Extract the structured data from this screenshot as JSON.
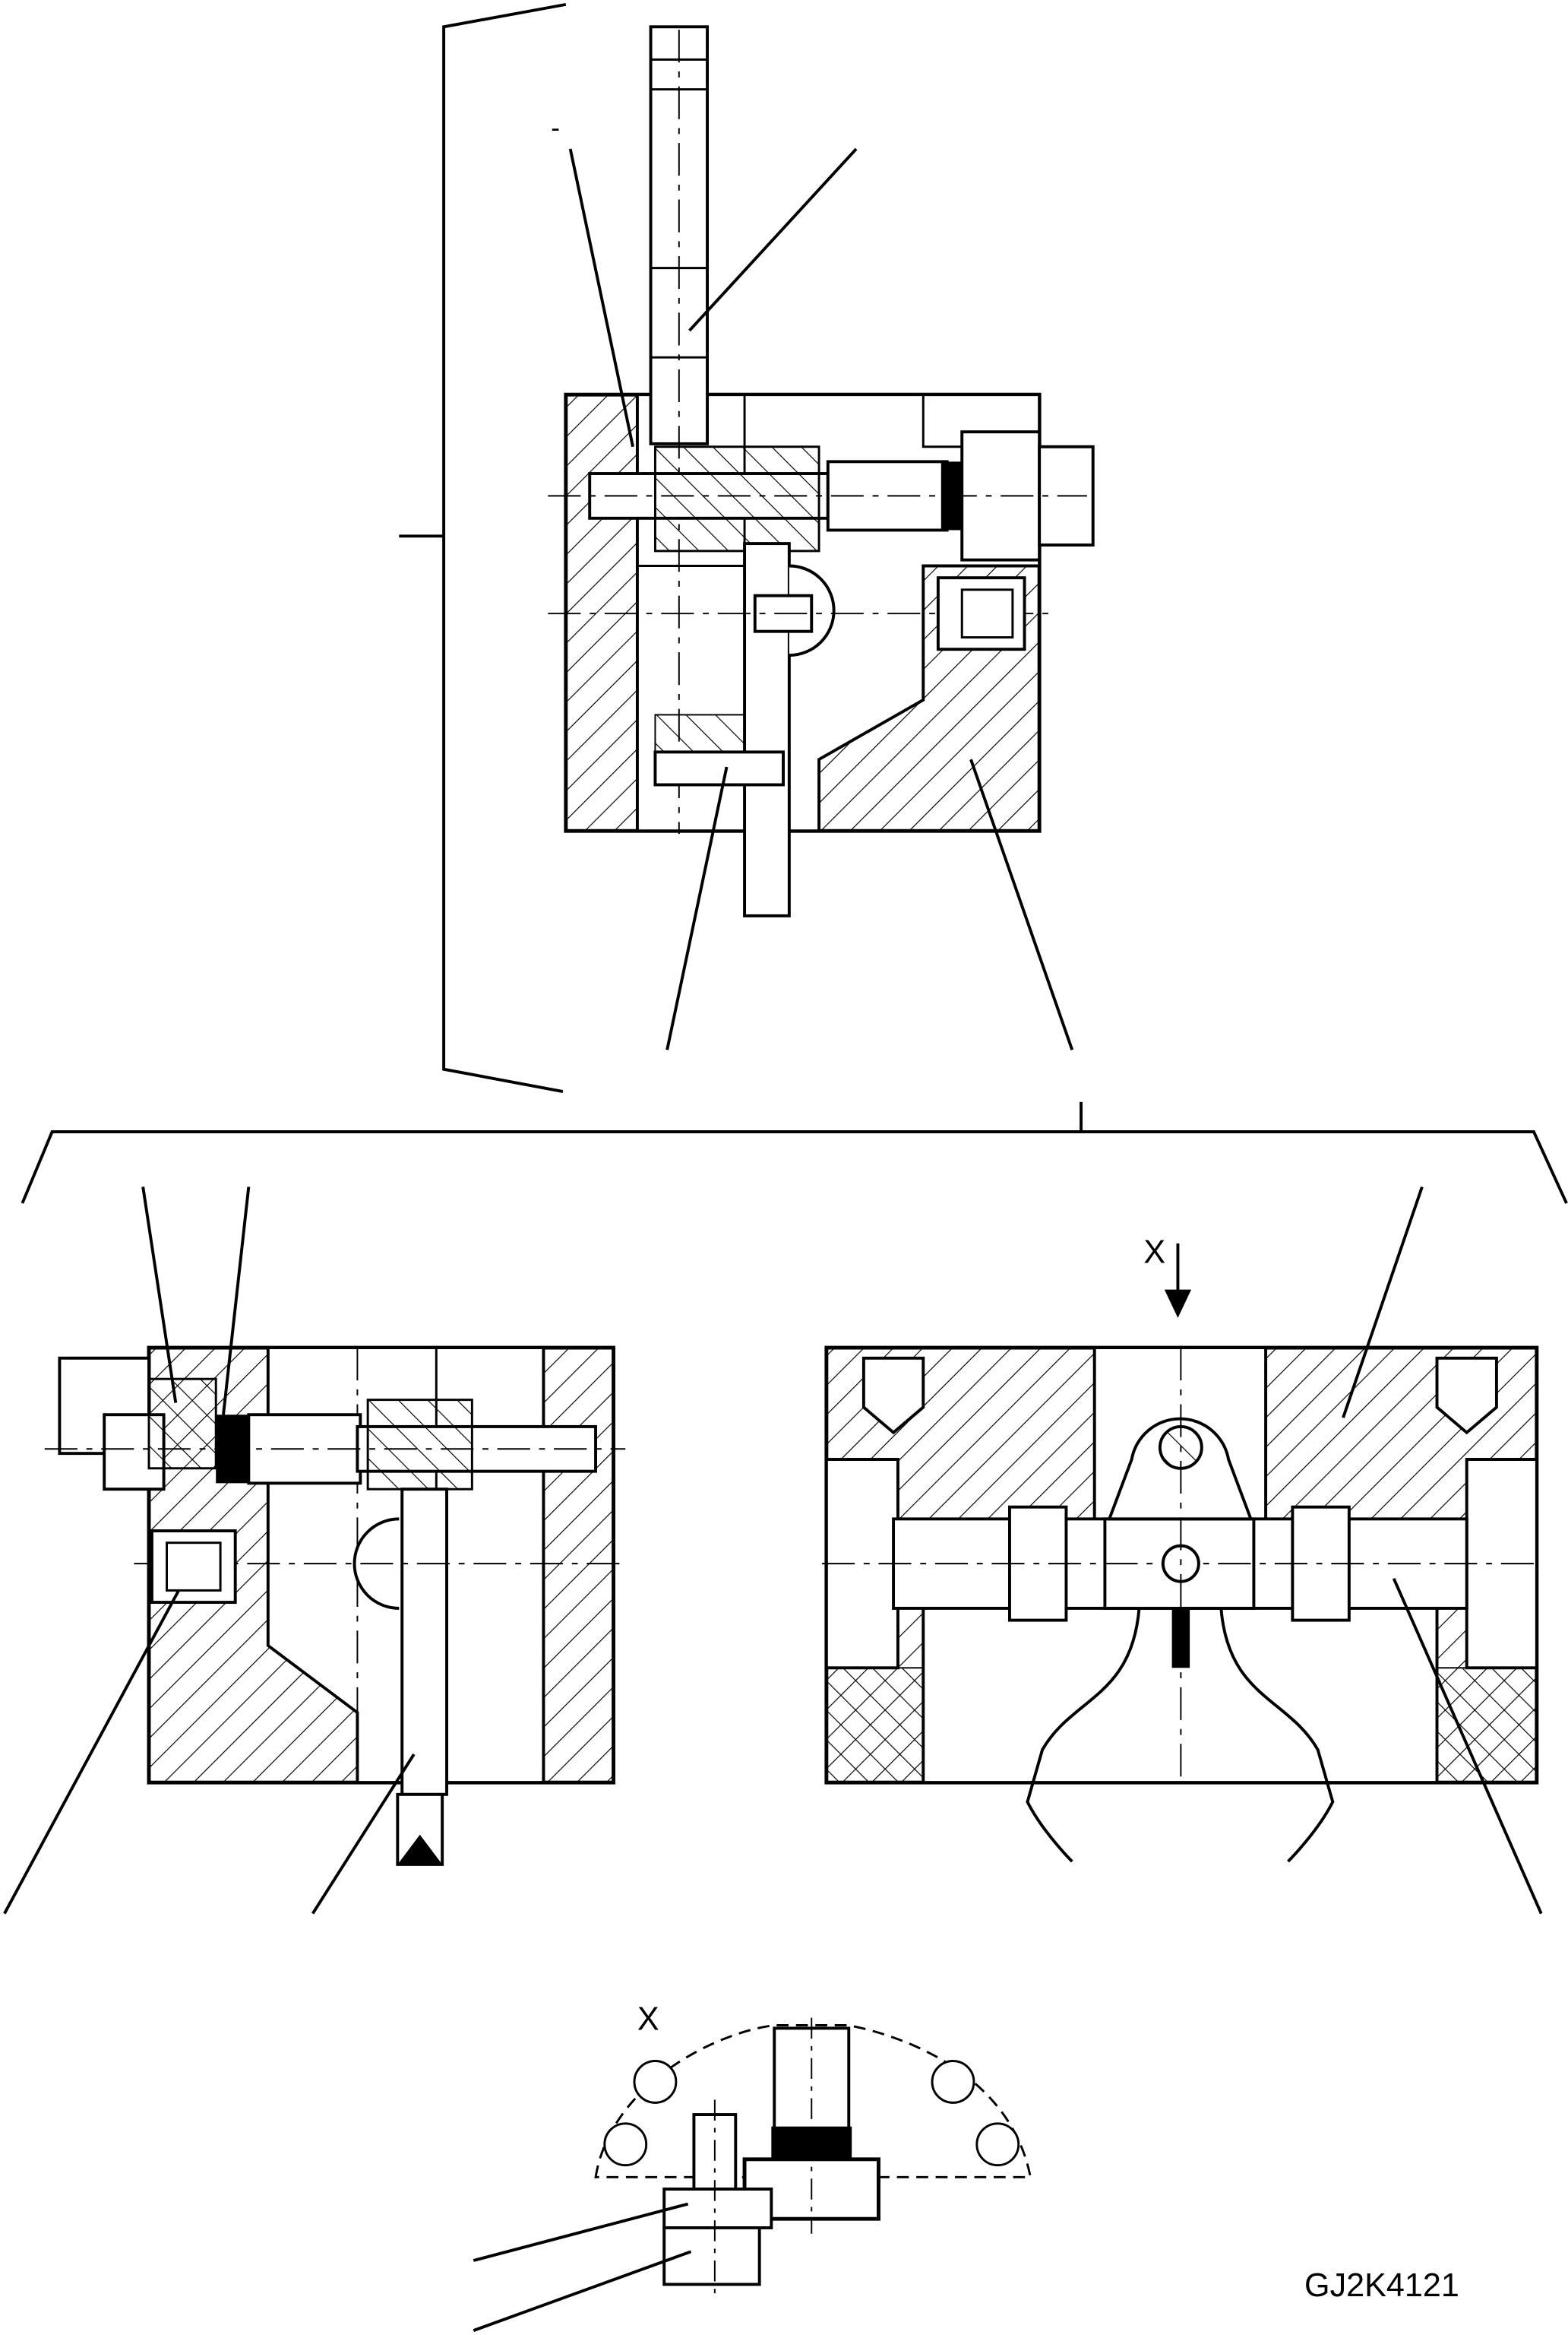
{
  "diagram": {
    "code": "GJ2K4121",
    "view_marker": "X",
    "detail_label": "X",
    "dash_mark": "-"
  }
}
